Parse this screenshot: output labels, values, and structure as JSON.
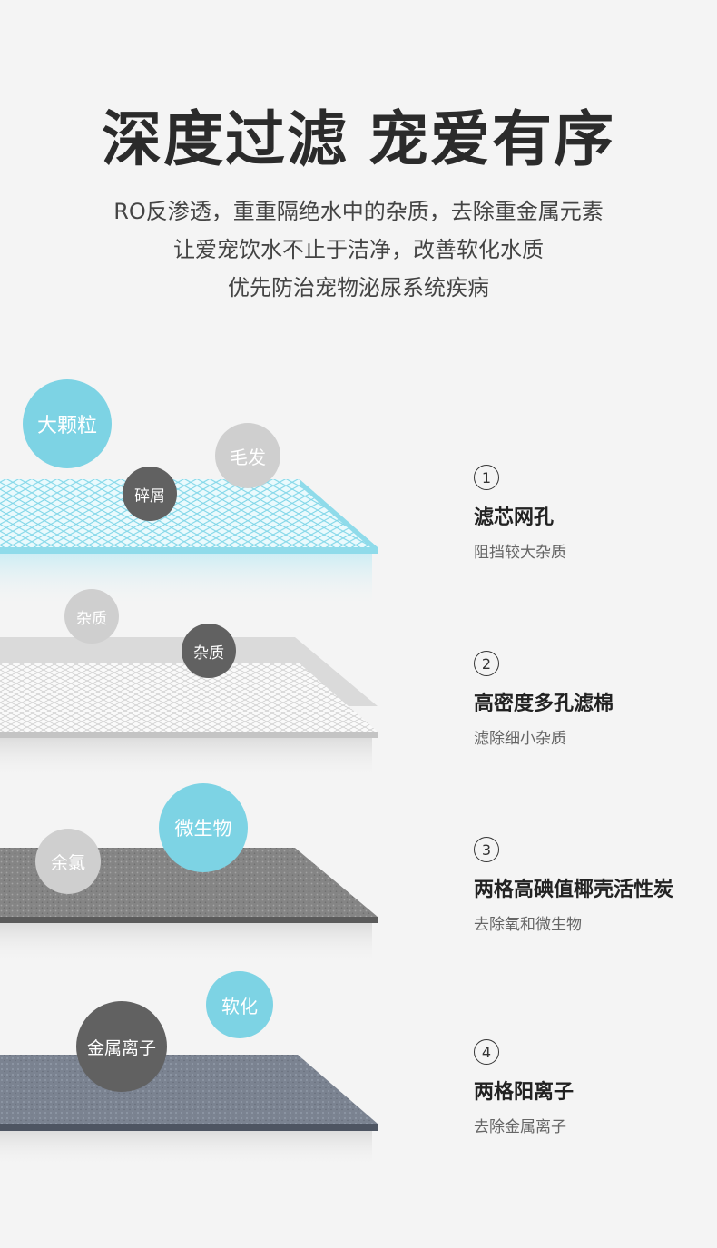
{
  "header": {
    "title_part1": "深度过滤",
    "title_part2": "宠爱有序",
    "lines": [
      "RO反渗透，重重隔绝水中的杂质，去除重金属元素",
      "让爱宠饮水不止于洁净，改善软化水质",
      "优先防治宠物泌尿系统疾病"
    ]
  },
  "colors": {
    "blue_bubble": "#7dd3e4",
    "light_gray_bubble": "#cfcfcf",
    "dark_gray_bubble": "#616161",
    "mesh_blue": "#7fd6e8",
    "carbon_gray": "#8a8a8a",
    "ion_slate": "#7a8290"
  },
  "layers": [
    {
      "number": "1",
      "title": "滤芯网孔",
      "desc": "阻挡较大杂质",
      "bubbles": [
        "大颗粒",
        "毛发",
        "碎屑"
      ]
    },
    {
      "number": "2",
      "title": "高密度多孔滤棉",
      "desc": "滤除细小杂质",
      "bubbles": [
        "杂质",
        "杂质"
      ]
    },
    {
      "number": "3",
      "title": "两格高碘值椰壳活性炭",
      "desc": "去除氧和微生物",
      "bubbles": [
        "余氯",
        "微生物"
      ]
    },
    {
      "number": "4",
      "title": "两格阳离子",
      "desc": "去除金属离子",
      "bubbles": [
        "软化",
        "金属离子"
      ]
    }
  ]
}
